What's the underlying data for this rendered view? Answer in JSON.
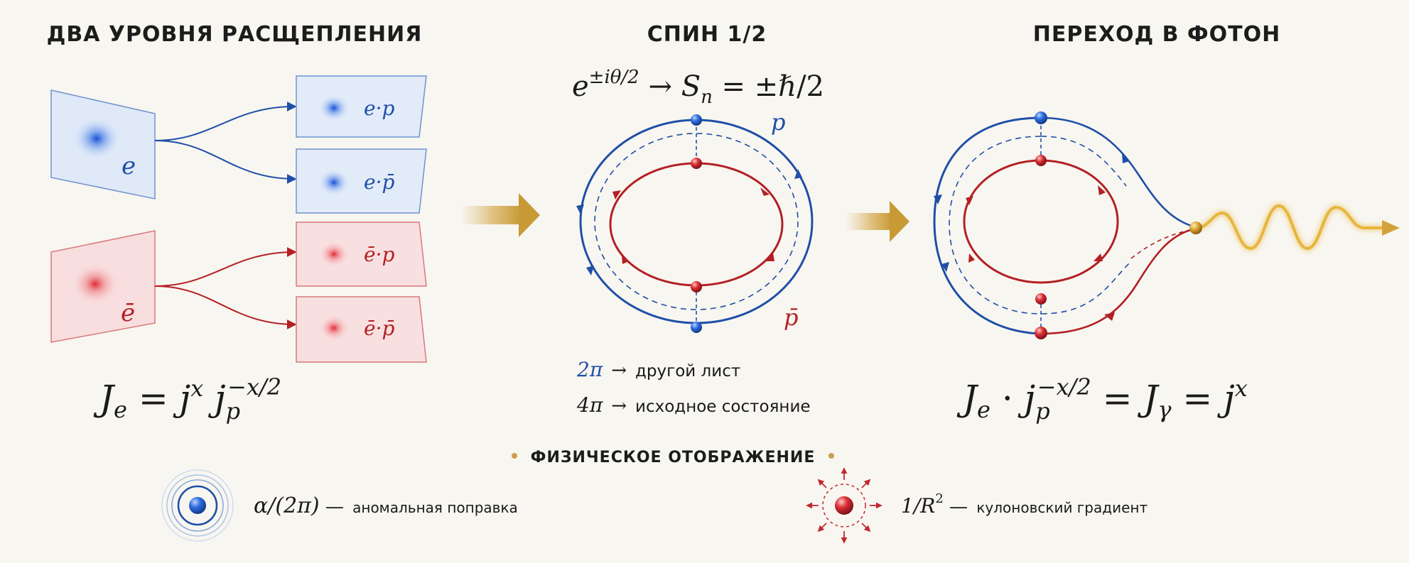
{
  "panels": {
    "left": {
      "title": "ДВА УРОВНЯ РАСЩЕПЛЕНИЯ",
      "sheet_e": "e",
      "sheet_ebar": "ē",
      "leaf_ep": "e·p",
      "leaf_epbar": "e·p̄",
      "leaf_ebarp": "ē·p",
      "leaf_ebarpbar": "ē·p̄",
      "formula": {
        "J": "J",
        "Je_sub": "e",
        "eq": " = ",
        "j": "j",
        "x": "x",
        "jp_sub": "p",
        "exp": "−x/2"
      }
    },
    "middle": {
      "title": "СПИН 1/2",
      "phase": {
        "e": "e",
        "exp": "±iθ/2",
        "arrow": " → ",
        "S": "S",
        "sub": "n",
        "rest": " = ±ℏ/2"
      },
      "label_p": "p",
      "label_pbar": "p̄",
      "rule1": {
        "angle": "2π",
        "arrow": "→",
        "text": "другой лист"
      },
      "rule2": {
        "angle": "4π",
        "arrow": "→",
        "text": "исходное состояние"
      }
    },
    "right": {
      "title": "ПЕРЕХОД В ФОТОН",
      "formula": {
        "J": "J",
        "e_sub": "e",
        "dot": " · ",
        "j": "j",
        "p_sub": "p",
        "exp": "−x/2",
        "eq1": " = ",
        "gamma_sub": "γ",
        "eq2": " = ",
        "x": "x"
      }
    }
  },
  "footer": {
    "title": "ФИЗИЧЕСКОЕ ОТОБРАЖЕНИЕ",
    "item1": {
      "math": "α/(2π)",
      "dash": " — ",
      "text": "аномальная поправка"
    },
    "item2": {
      "math_pre": "1/R",
      "sup": "2",
      "dash": " — ",
      "text": "кулоновский градиент"
    }
  },
  "colors": {
    "blue": "#1f4fa8",
    "red": "#b32025",
    "gold": "#d8a93a",
    "bg": "#f8f6f0"
  }
}
